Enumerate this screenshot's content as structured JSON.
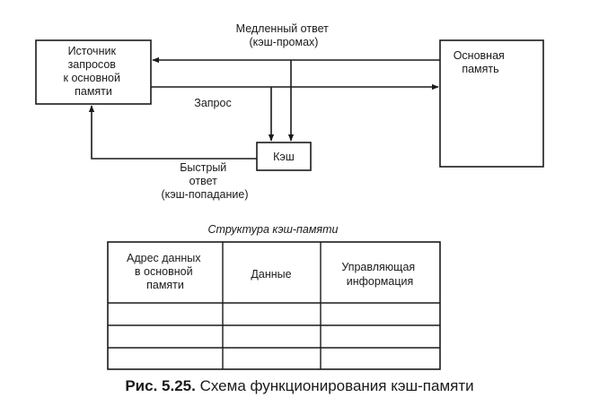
{
  "diagram": {
    "source_box": [
      "Источник",
      "запросов",
      "к основной",
      "памяти"
    ],
    "memory_box": [
      "Основная",
      "память"
    ],
    "cache_box": "Кэш",
    "slow_response": [
      "Медленный ответ",
      "(кэш-промах)"
    ],
    "request": "Запрос",
    "fast_response": [
      "Быстрый",
      "ответ",
      "(кэш-попадание)"
    ]
  },
  "table": {
    "title": "Структура кэш-памяти",
    "headers": [
      [
        "Адрес данных",
        "в основной",
        "памяти"
      ],
      [
        "Данные"
      ],
      [
        "Управляющая",
        "информация"
      ]
    ],
    "empty_rows": 3
  },
  "caption": {
    "number": "Рис. 5.25.",
    "text": "Схема функционирования кэш-памяти"
  }
}
